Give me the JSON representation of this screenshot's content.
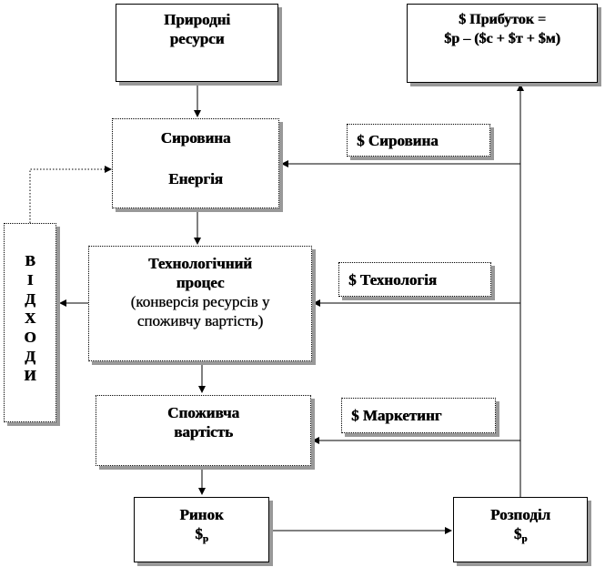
{
  "boxes": {
    "natural_resources": {
      "line1": "Природні",
      "line2": "ресурси"
    },
    "profit": {
      "line1": "$ Прибуток  =",
      "line2": "$р – ($с + $т + $м)"
    },
    "raw_energy": {
      "line1": "Сировина",
      "line2": "Енергія"
    },
    "process": {
      "line1": "Технологічний",
      "line2": "процес",
      "line3": "(конверсія ресурсів  у",
      "line4": "споживчу  вартість)"
    },
    "consumer_value": {
      "line1": "Споживча",
      "line2": "вартість"
    },
    "market": {
      "line1": "Ринок",
      "symbol": "$",
      "subscript": "р"
    },
    "distribution": {
      "line1": "Розподіл",
      "symbol": "$",
      "subscript": "р"
    },
    "waste_letters": [
      "В",
      "І",
      "Д",
      "Х",
      "О",
      "Д",
      "И"
    ]
  },
  "costs": {
    "raw": "$ Сировина",
    "technology": "$ Технологія",
    "marketing": "$ Маркетинг"
  }
}
